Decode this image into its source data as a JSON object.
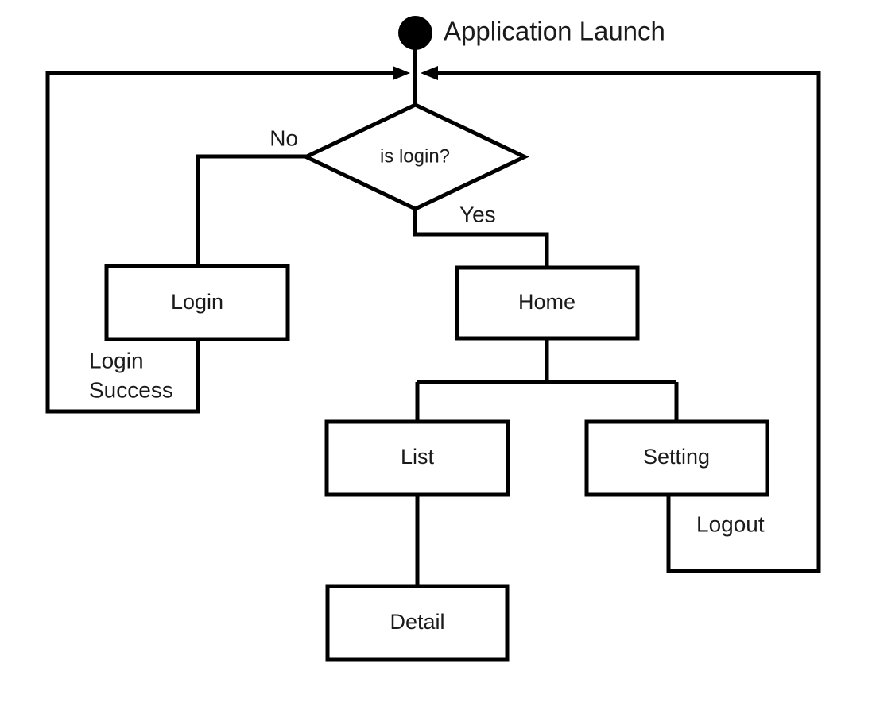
{
  "diagram": {
    "title": "Application Launch",
    "background_color": "#ffffff",
    "stroke_color": "#000000",
    "text_color": "#1a1a1a",
    "nodes": {
      "start": {
        "label": "Application Launch",
        "shape": "filled-circle"
      },
      "decision": {
        "label": "is login?",
        "shape": "diamond"
      },
      "login": {
        "label": "Login",
        "shape": "rectangle"
      },
      "home": {
        "label": "Home",
        "shape": "rectangle"
      },
      "list": {
        "label": "List",
        "shape": "rectangle"
      },
      "setting": {
        "label": "Setting",
        "shape": "rectangle"
      },
      "detail": {
        "label": "Detail",
        "shape": "rectangle"
      }
    },
    "edge_labels": {
      "no": "No",
      "yes": "Yes",
      "login_success_line1": "Login",
      "login_success_line2": "Success",
      "logout": "Logout"
    }
  }
}
